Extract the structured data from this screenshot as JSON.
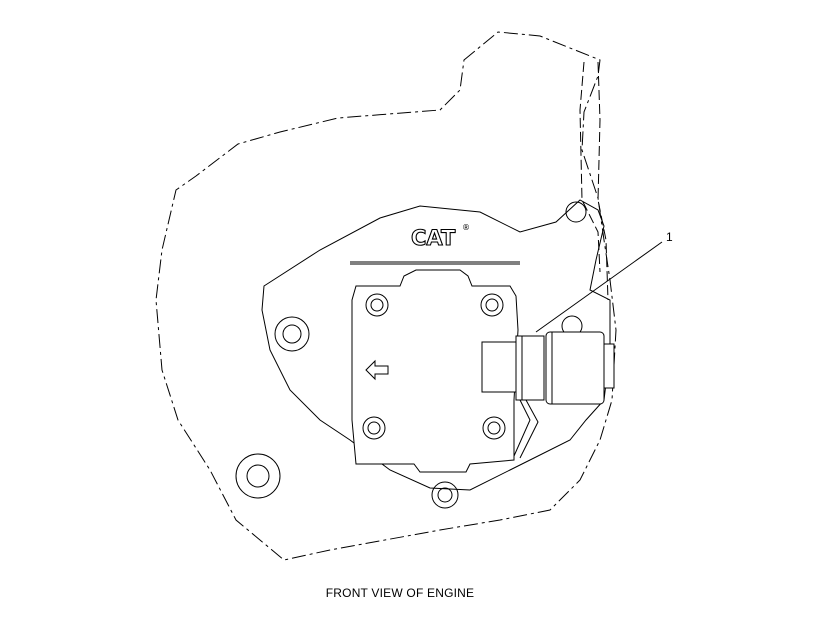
{
  "diagram": {
    "caption": "FRONT VIEW OF ENGINE",
    "callouts": [
      {
        "label": "1"
      }
    ],
    "logo": {
      "text": "CAT",
      "registered_mark": "®"
    },
    "icons": [
      "direction-arrow-icon"
    ],
    "colors": {
      "line": "#000000",
      "background": "#ffffff"
    }
  }
}
